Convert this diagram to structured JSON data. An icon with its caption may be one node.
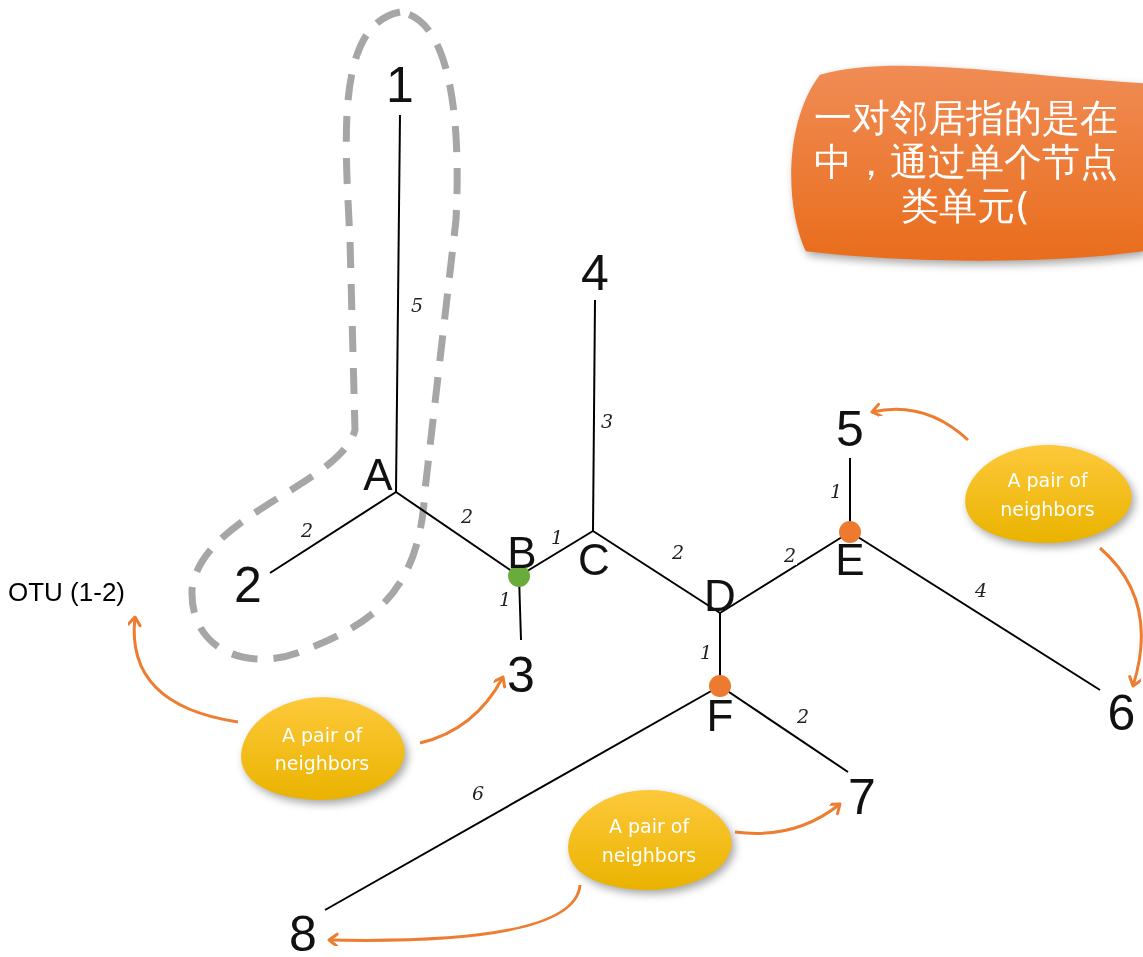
{
  "diagram": {
    "nodes": [
      {
        "text": [
          "一对邻居指的是在中，通过单个节点类单元("
        ]
      },
      {
        "text": [
          "1"
        ]
      },
      {
        "text": [
          "4"
        ]
      },
      {
        "text": [
          "5"
        ]
      },
      {
        "text": [
          "A pair of neighbors"
        ]
      },
      {
        "text": [
          "A"
        ]
      },
      {
        "text": [
          "B"
        ]
      },
      {
        "text": [
          "C"
        ]
      },
      {
        "text": [
          "OTU (1-2)"
        ]
      },
      {
        "text": [
          "2"
        ]
      },
      {
        "text": [
          "D"
        ]
      },
      {
        "text": [
          "E"
        ]
      },
      {
        "text": [
          "3"
        ]
      },
      {
        "text": [
          "F"
        ]
      },
      {
        "text": [
          "6"
        ]
      },
      {
        "text": [
          "A pair of neighbors"
        ]
      },
      {
        "text": [
          "7"
        ]
      },
      {
        "text": [
          "A pair of neighbors"
        ]
      },
      {
        "text": [
          "8"
        ]
      }
    ],
    "edges": [
      {
        "from": 5,
        "to": 1,
        "arrow": "none",
        "label": "5"
      },
      {
        "from": 5,
        "to": 9,
        "arrow": "none",
        "label": "2"
      },
      {
        "from": 5,
        "to": 6,
        "arrow": "none",
        "label": "2"
      },
      {
        "from": 6,
        "to": 12,
        "arrow": "none",
        "label": "1"
      },
      {
        "from": 6,
        "to": 7,
        "arrow": "none",
        "label": "1"
      },
      {
        "from": 7,
        "to": 2,
        "arrow": "none",
        "label": "3"
      },
      {
        "from": 7,
        "to": 10,
        "arrow": "none",
        "label": "2"
      },
      {
        "from": 10,
        "to": 11,
        "arrow": "none",
        "label": "2"
      },
      {
        "from": 11,
        "to": 3,
        "arrow": "none",
        "label": "1"
      },
      {
        "from": 11,
        "to": 14,
        "arrow": "none",
        "label": "4"
      },
      {
        "from": 10,
        "to": 13,
        "arrow": "none",
        "label": "1"
      },
      {
        "from": 13,
        "to": 16,
        "arrow": "none",
        "label": "2"
      },
      {
        "from": 13,
        "to": 18,
        "arrow": "none",
        "label": "6"
      },
      {
        "from": 4,
        "to": 3,
        "arrow": "to",
        "color": "#ed7d31"
      },
      {
        "from": 4,
        "to": 14,
        "arrow": "to",
        "color": "#ed7d31"
      },
      {
        "from": 15,
        "to": 8,
        "arrow": "to",
        "color": "#ed7d31"
      },
      {
        "from": 15,
        "to": 12,
        "arrow": "to",
        "color": "#ed7d31"
      },
      {
        "from": 17,
        "to": 16,
        "arrow": "to",
        "color": "#ed7d31"
      },
      {
        "from": 17,
        "to": 18,
        "arrow": "to",
        "color": "#ed7d31"
      }
    ]
  }
}
